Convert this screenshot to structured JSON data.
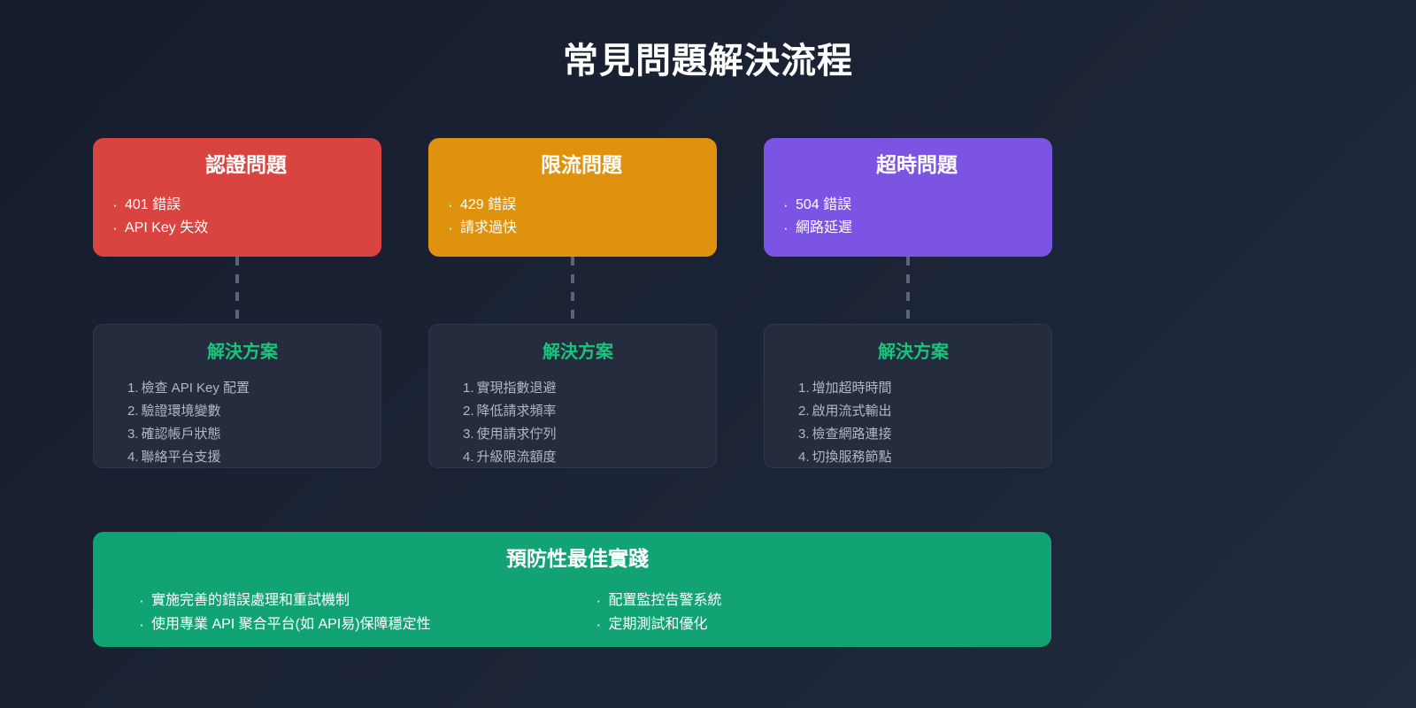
{
  "page": {
    "title": "常見問題解決流程",
    "background_start": "#141c2e",
    "background_end": "#212b3e"
  },
  "columns": [
    {
      "problem": {
        "title": "認證問題",
        "color": "#d94340",
        "items": [
          "401 錯誤",
          "API Key 失效"
        ]
      },
      "solution": {
        "title": "解決方案",
        "title_color": "#18c47c",
        "items": [
          {
            "num": "1.",
            "text": "檢查 API Key 配置"
          },
          {
            "num": "2.",
            "text": "驗證環境變數"
          },
          {
            "num": "3.",
            "text": "確認帳戶狀態"
          },
          {
            "num": "4.",
            "text": "聯絡平台支援"
          }
        ]
      }
    },
    {
      "problem": {
        "title": "限流問題",
        "color": "#de920e",
        "items": [
          "429 錯誤",
          "請求過快"
        ]
      },
      "solution": {
        "title": "解決方案",
        "title_color": "#18c47c",
        "items": [
          {
            "num": "1.",
            "text": "實現指數退避"
          },
          {
            "num": "2.",
            "text": "降低請求頻率"
          },
          {
            "num": "3.",
            "text": "使用請求佇列"
          },
          {
            "num": "4.",
            "text": "升級限流額度"
          }
        ]
      }
    },
    {
      "problem": {
        "title": "超時問題",
        "color": "#7b54e3",
        "items": [
          "504 錯誤",
          "網路延遲"
        ]
      },
      "solution": {
        "title": "解決方案",
        "title_color": "#18c47c",
        "items": [
          {
            "num": "1.",
            "text": "增加超時時間"
          },
          {
            "num": "2.",
            "text": "啟用流式輸出"
          },
          {
            "num": "3.",
            "text": "檢查網路連接"
          },
          {
            "num": "4.",
            "text": "切換服務節點"
          }
        ]
      }
    }
  ],
  "footer": {
    "title": "預防性最佳實踐",
    "color": "#12a375",
    "left_items": [
      "實施完善的錯誤處理和重試機制",
      "使用專業 API 聚合平台(如 API易)保障穩定性"
    ],
    "right_items": [
      "配置監控告警系統",
      "定期測試和優化"
    ]
  }
}
